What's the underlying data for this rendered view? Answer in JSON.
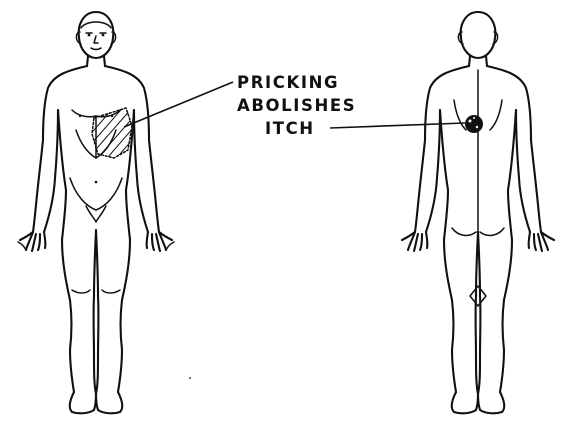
{
  "annotation": {
    "lines": [
      "PRICKING",
      "ABOLISHES",
      "ITCH"
    ]
  },
  "figures": [
    {
      "view": "front",
      "icon": "front-body-icon"
    },
    {
      "view": "back",
      "icon": "back-body-icon"
    }
  ],
  "colors": {
    "ink": "#111111",
    "background": "#ffffff"
  }
}
